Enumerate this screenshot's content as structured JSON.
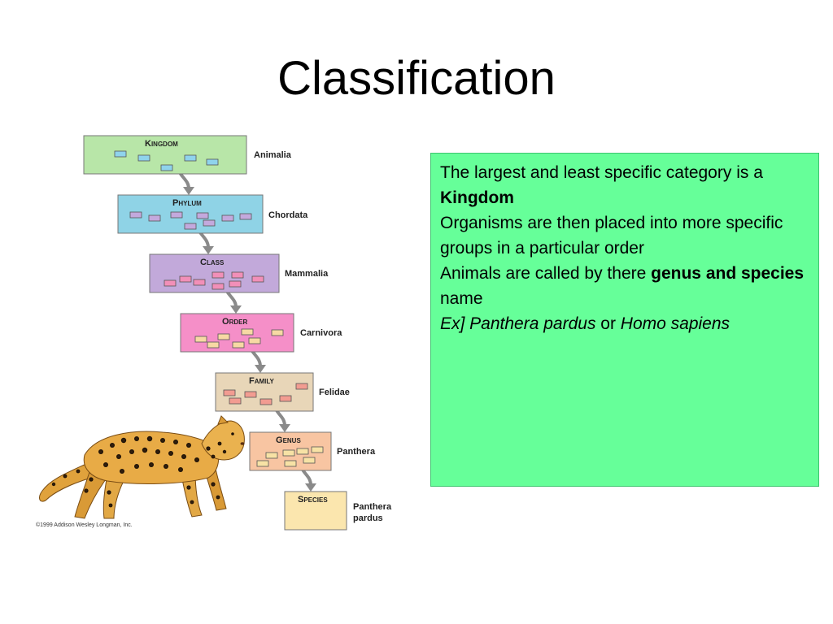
{
  "slide": {
    "title": "Classification"
  },
  "diagram": {
    "ranks": [
      {
        "rank_first": "K",
        "rank_rest": "INGDOM",
        "taxon": "Animalia",
        "fill": "#b8e6a8",
        "chip": "#8fd3ec"
      },
      {
        "rank_first": "P",
        "rank_rest": "HYLUM",
        "taxon": "Chordata",
        "fill": "#8fd3e6",
        "chip": "#c3a9dd"
      },
      {
        "rank_first": "C",
        "rank_rest": "LASS",
        "taxon": "Mammalia",
        "fill": "#c2a9da",
        "chip": "#f28fb8"
      },
      {
        "rank_first": "O",
        "rank_rest": "RDER",
        "taxon": "Carnivora",
        "fill": "#f58fc8",
        "chip": "#f7d9a4"
      },
      {
        "rank_first": "F",
        "rank_rest": "AMILY",
        "taxon": "Felidae",
        "fill": "#e8d6b8",
        "chip": "#f29c91"
      },
      {
        "rank_first": "G",
        "rank_rest": "ENUS",
        "taxon": "Panthera",
        "fill": "#f8c5a2",
        "chip": "#f7e2a5"
      },
      {
        "rank_first": "S",
        "rank_rest": "PECIES",
        "taxon_line1": "Panthera",
        "taxon_line2": "pardus",
        "fill": "#fbe6ae"
      }
    ],
    "copyright": "©1999 Addison Wesley Longman, Inc.",
    "illustration": "leopard-illustration"
  },
  "info": {
    "p1_text": "The largest and least specific category is a ",
    "p1_bold": "Kingdom",
    "p2_text": "Organisms are then placed into more specific groups in a particular order",
    "p3_text": "Animals are called by there ",
    "p3_bold": "genus and species",
    "p3_tail": " name",
    "p4_italic1": "Ex] Panthera pardus",
    "p4_mid": " or ",
    "p4_italic2": "Homo sapiens",
    "background": "#66ff99"
  }
}
